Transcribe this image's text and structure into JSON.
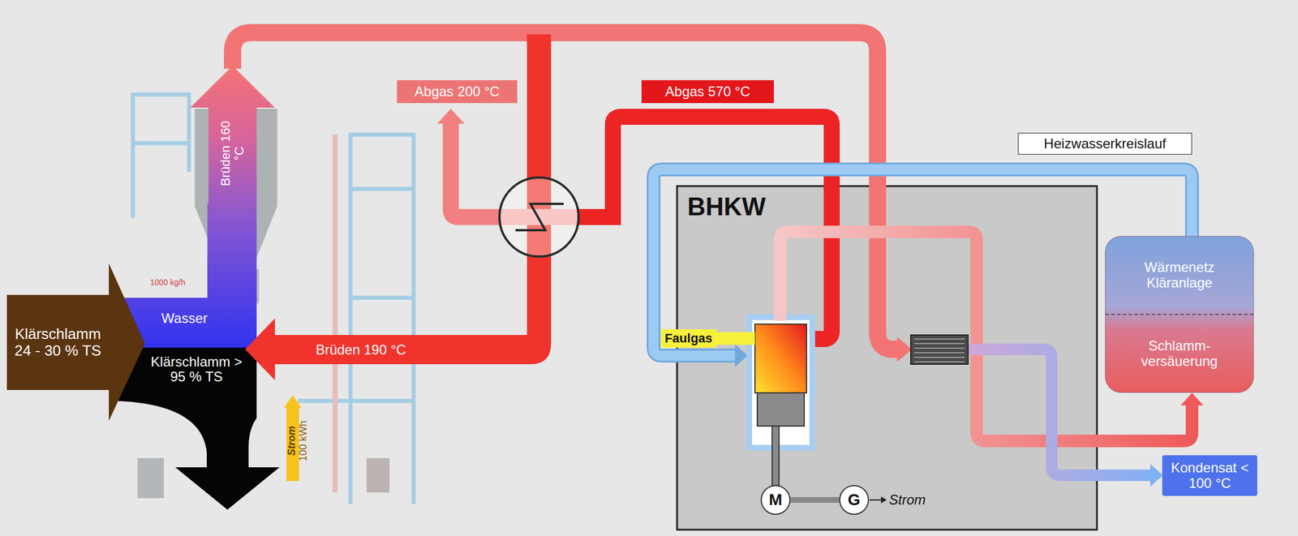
{
  "diagram": {
    "nodes": [
      {
        "text": [
          "Klärschlamm 24 - 30 % TS"
        ]
      },
      {
        "text": [
          "Wasser"
        ]
      },
      {
        "text": [
          "Klärschlamm > 95 % TS"
        ]
      },
      {
        "text": [
          "Brüden 160 °C"
        ]
      },
      {
        "text": [
          "Brüden 190 °C"
        ]
      },
      {
        "text": [
          "Abgas 200 °C"
        ]
      },
      {
        "text": [
          "Abgas 570 °C"
        ]
      },
      {
        "text": [
          "Heizwasserkreislauf"
        ]
      },
      {
        "text": [
          "BHKW"
        ]
      },
      {
        "text": [
          "Faulgas"
        ],
        "in": 8
      },
      {
        "text": [
          "M"
        ],
        "in": 8
      },
      {
        "text": [
          "G"
        ],
        "in": 8
      },
      {
        "text": [
          "Wärmenetz Kläranlage",
          "Schlamm- versäuerung"
        ]
      },
      {
        "text": [
          "Kondensat < 100 °C"
        ]
      },
      {
        "text": [
          "Strom",
          "100 kWh"
        ]
      }
    ],
    "edges": [
      {
        "from": 10,
        "to": 11,
        "arrow": "none"
      }
    ],
    "labels": [
      "1000 kg/h",
      "Strom"
    ]
  }
}
